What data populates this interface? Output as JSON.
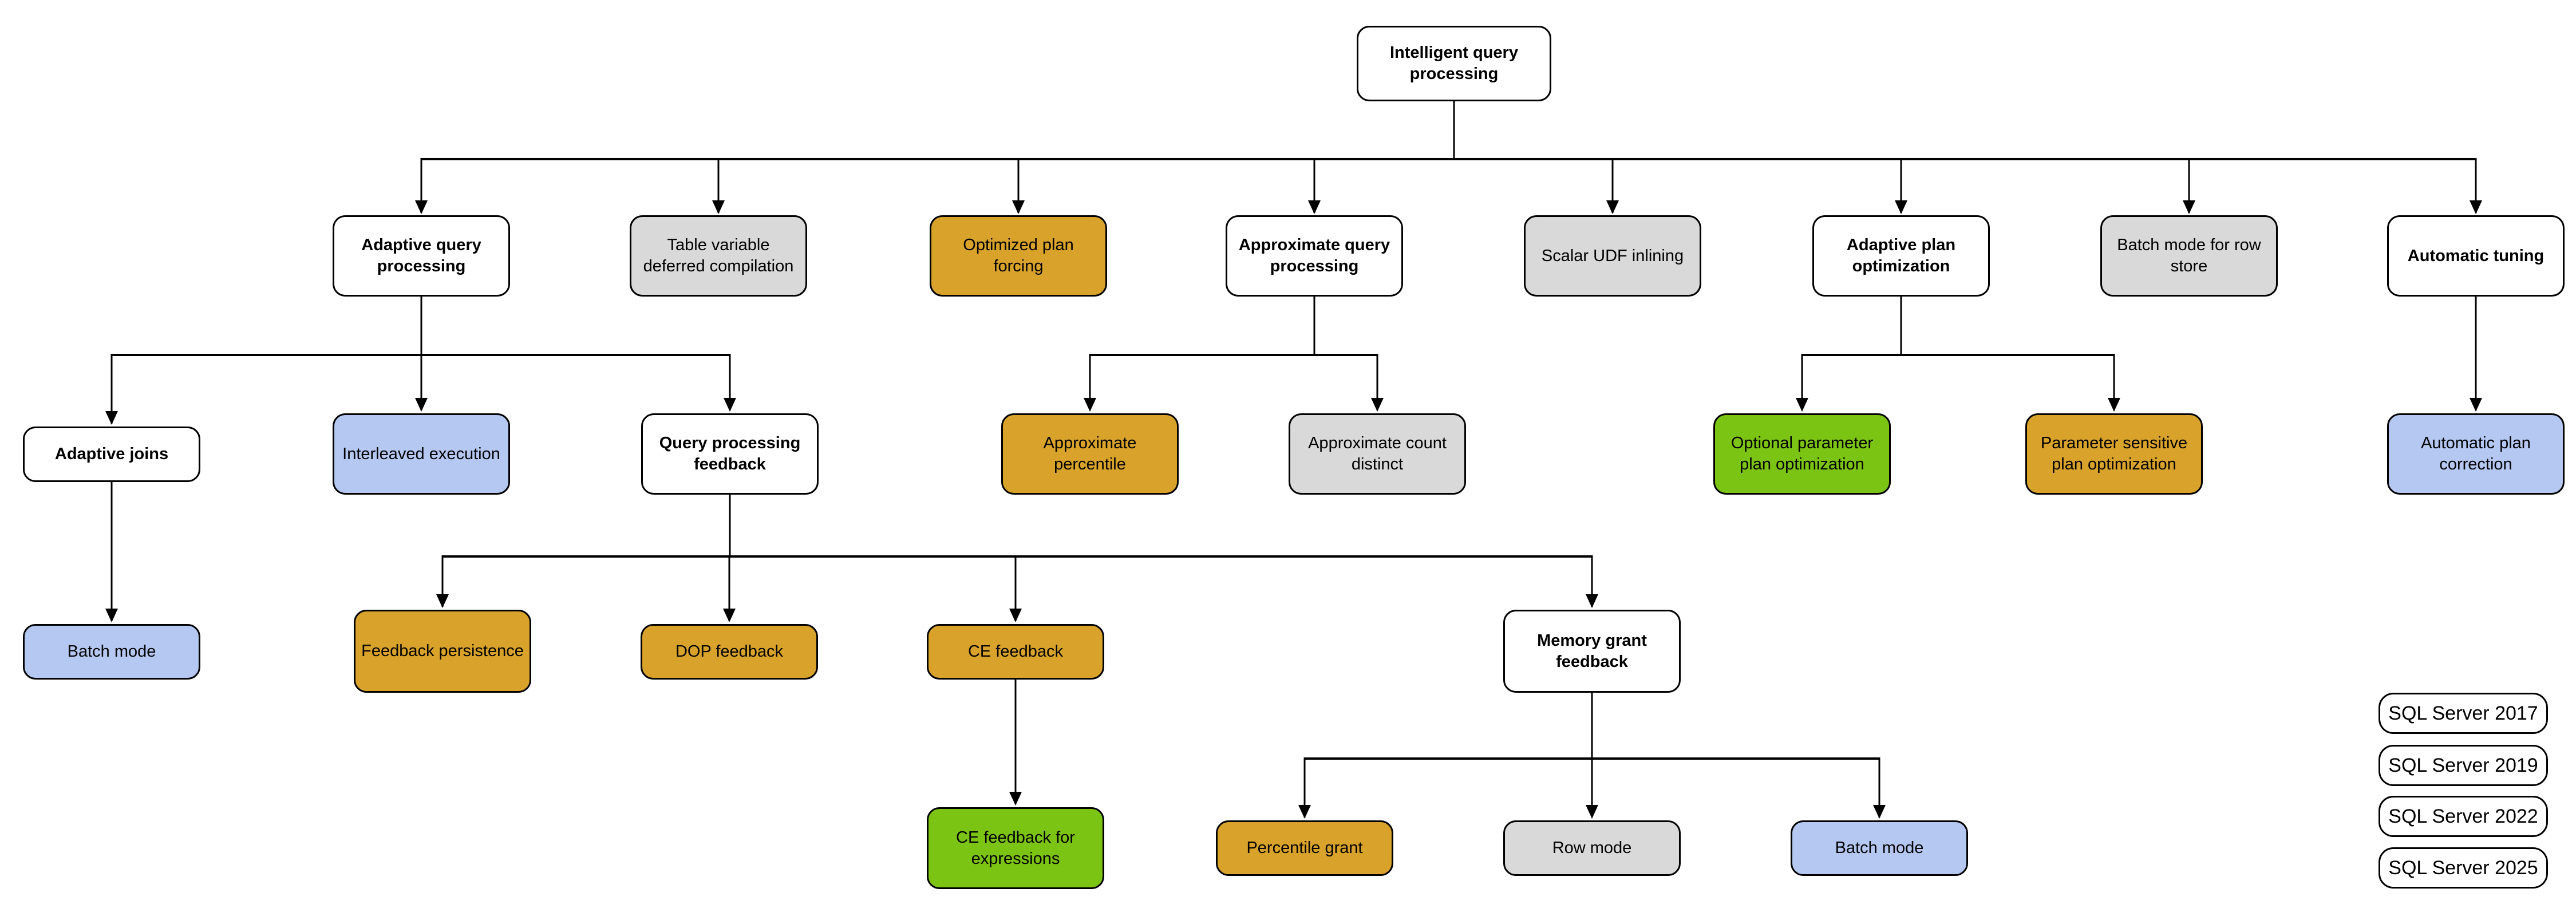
{
  "diagram": {
    "colors": {
      "sql_server_2017": "#b5c8f2",
      "sql_server_2019": "#d9d9d9",
      "sql_server_2022": "#d9a32b",
      "sql_server_2025": "#7cc414",
      "category_fill": "#ffffff",
      "line_and_border": "#000000"
    },
    "nodes": {
      "root": {
        "label": "Intelligent query processing",
        "version": "category"
      },
      "adaptive_qp": {
        "label": "Adaptive query processing",
        "version": "category"
      },
      "table_var": {
        "label": "Table variable deferred compilation",
        "version": "2019"
      },
      "opt_plan_forcing": {
        "label": "Optimized plan forcing",
        "version": "2022"
      },
      "approx_qp": {
        "label": "Approximate query processing",
        "version": "category"
      },
      "scalar_udf": {
        "label": "Scalar UDF inlining",
        "version": "2019"
      },
      "adaptive_plan": {
        "label": "Adaptive plan optimization",
        "version": "category"
      },
      "batch_row_store": {
        "label": "Batch mode for row store",
        "version": "2019"
      },
      "auto_tuning": {
        "label": "Automatic tuning",
        "version": "category"
      },
      "adaptive_joins": {
        "label": "Adaptive joins",
        "version": "category"
      },
      "interleaved": {
        "label": "Interleaved execution",
        "version": "2017"
      },
      "qp_feedback": {
        "label": "Query processing feedback",
        "version": "category"
      },
      "approx_pct": {
        "label": "Approximate percentile",
        "version": "2022"
      },
      "approx_cd": {
        "label": "Approximate count distinct",
        "version": "2019"
      },
      "opt_param": {
        "label": "Optional parameter plan optimization",
        "version": "2025"
      },
      "param_sens": {
        "label": "Parameter sensitive plan optimization",
        "version": "2022"
      },
      "auto_plan_corr": {
        "label": "Automatic plan correction",
        "version": "2017"
      },
      "batch_mode_aj": {
        "label": "Batch mode",
        "version": "2017"
      },
      "fb_persist": {
        "label": "Feedback persistence",
        "version": "2022"
      },
      "dop_fb": {
        "label": "DOP feedback",
        "version": "2022"
      },
      "ce_fb": {
        "label": "CE feedback",
        "version": "2022"
      },
      "mem_grant_fb": {
        "label": "Memory grant feedback",
        "version": "category"
      },
      "ce_fb_expr": {
        "label": "CE feedback for expressions",
        "version": "2025"
      },
      "pct_grant": {
        "label": "Percentile grant",
        "version": "2022"
      },
      "row_mode": {
        "label": "Row mode",
        "version": "2019"
      },
      "batch_mode_mgf": {
        "label": "Batch mode",
        "version": "2017"
      }
    },
    "legend": [
      {
        "label": "SQL Server 2017",
        "version": "2017"
      },
      {
        "label": "SQL Server 2019",
        "version": "2019"
      },
      {
        "label": "SQL Server 2022",
        "version": "2022"
      },
      {
        "label": "SQL Server 2025",
        "version": "2025"
      }
    ]
  }
}
